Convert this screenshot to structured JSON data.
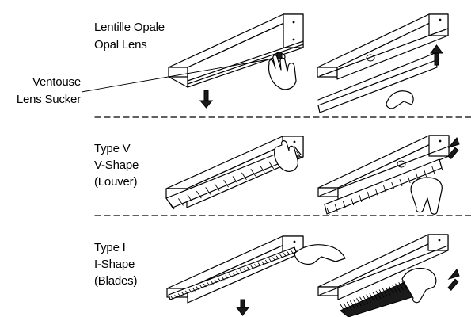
{
  "colors": {
    "ink": "#000000",
    "paper": "#ffffff"
  },
  "sections": [
    {
      "id": "opal",
      "labels": [
        "Lentille Opale",
        "Opal Lens"
      ]
    },
    {
      "id": "louver",
      "labels": [
        "Type V",
        "V-Shape",
        "(Louver)"
      ]
    },
    {
      "id": "blades",
      "labels": [
        "Type I",
        "I-Shape",
        "(Blades)"
      ]
    }
  ],
  "callout": {
    "labels": [
      "Ventouse",
      "Lens Sucker"
    ]
  },
  "icons": {
    "fixture": "linear-fixture-drawing",
    "hand": "hand-icon",
    "arrow": "hatched-arrow-icon"
  }
}
